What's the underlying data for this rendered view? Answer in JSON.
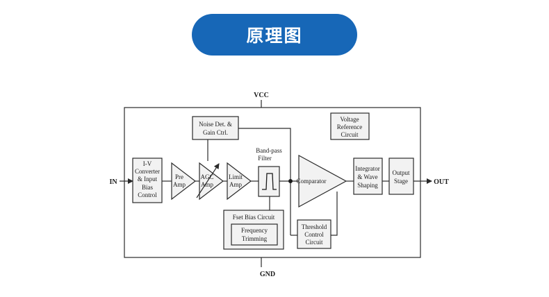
{
  "banner": {
    "title": "原理图"
  },
  "diagram": {
    "vcc": "VCC",
    "gnd": "GND",
    "input": "IN",
    "output": "OUT",
    "iv_converter": [
      "I-V",
      "Converter",
      "& Input",
      "Bias",
      "Control"
    ],
    "pre_amp": [
      "Pre",
      "Amp"
    ],
    "agc_amp": [
      "AGC",
      "Amp"
    ],
    "limit_amp": [
      "Limit",
      "Amp"
    ],
    "noise_det": [
      "Noise Det. &",
      "Gain Ctrl."
    ],
    "band_pass": [
      "Band-pass",
      "Filter"
    ],
    "fset_bias": "Fset Bias Circuit",
    "freq_trimming": [
      "Frequency",
      "Trimming"
    ],
    "comparator": "Comparator",
    "threshold": [
      "Threshold",
      "Control",
      "Circuit"
    ],
    "voltage_ref": [
      "Voltage",
      "Reference",
      "Circuit"
    ],
    "integrator": [
      "Integrator",
      "& Wave",
      "Shaping"
    ],
    "output_stage": [
      "Output",
      "Stage"
    ]
  },
  "colors": {
    "banner": "#1767b7",
    "line": "#2a2a2a",
    "block_fill": "#f2f2f2"
  }
}
